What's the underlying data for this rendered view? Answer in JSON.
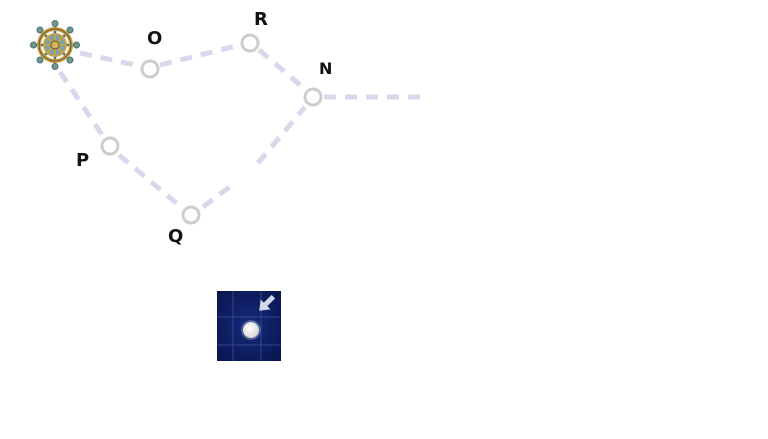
{
  "map": {
    "nodes": [
      {
        "id": "O",
        "label": "O"
      },
      {
        "id": "R",
        "label": "R"
      },
      {
        "id": "N",
        "label": "N"
      },
      {
        "id": "P",
        "label": "P"
      },
      {
        "id": "Q",
        "label": "Q"
      }
    ],
    "start_icon": "ship-wheel-icon",
    "path_color": "#d6d6ea",
    "node_ring_color": "#cfcfcf"
  },
  "minimap": {
    "background_color": "#0d1a5c",
    "player_icon": "player-dot-icon",
    "direction_icon": "arrow-icon"
  }
}
